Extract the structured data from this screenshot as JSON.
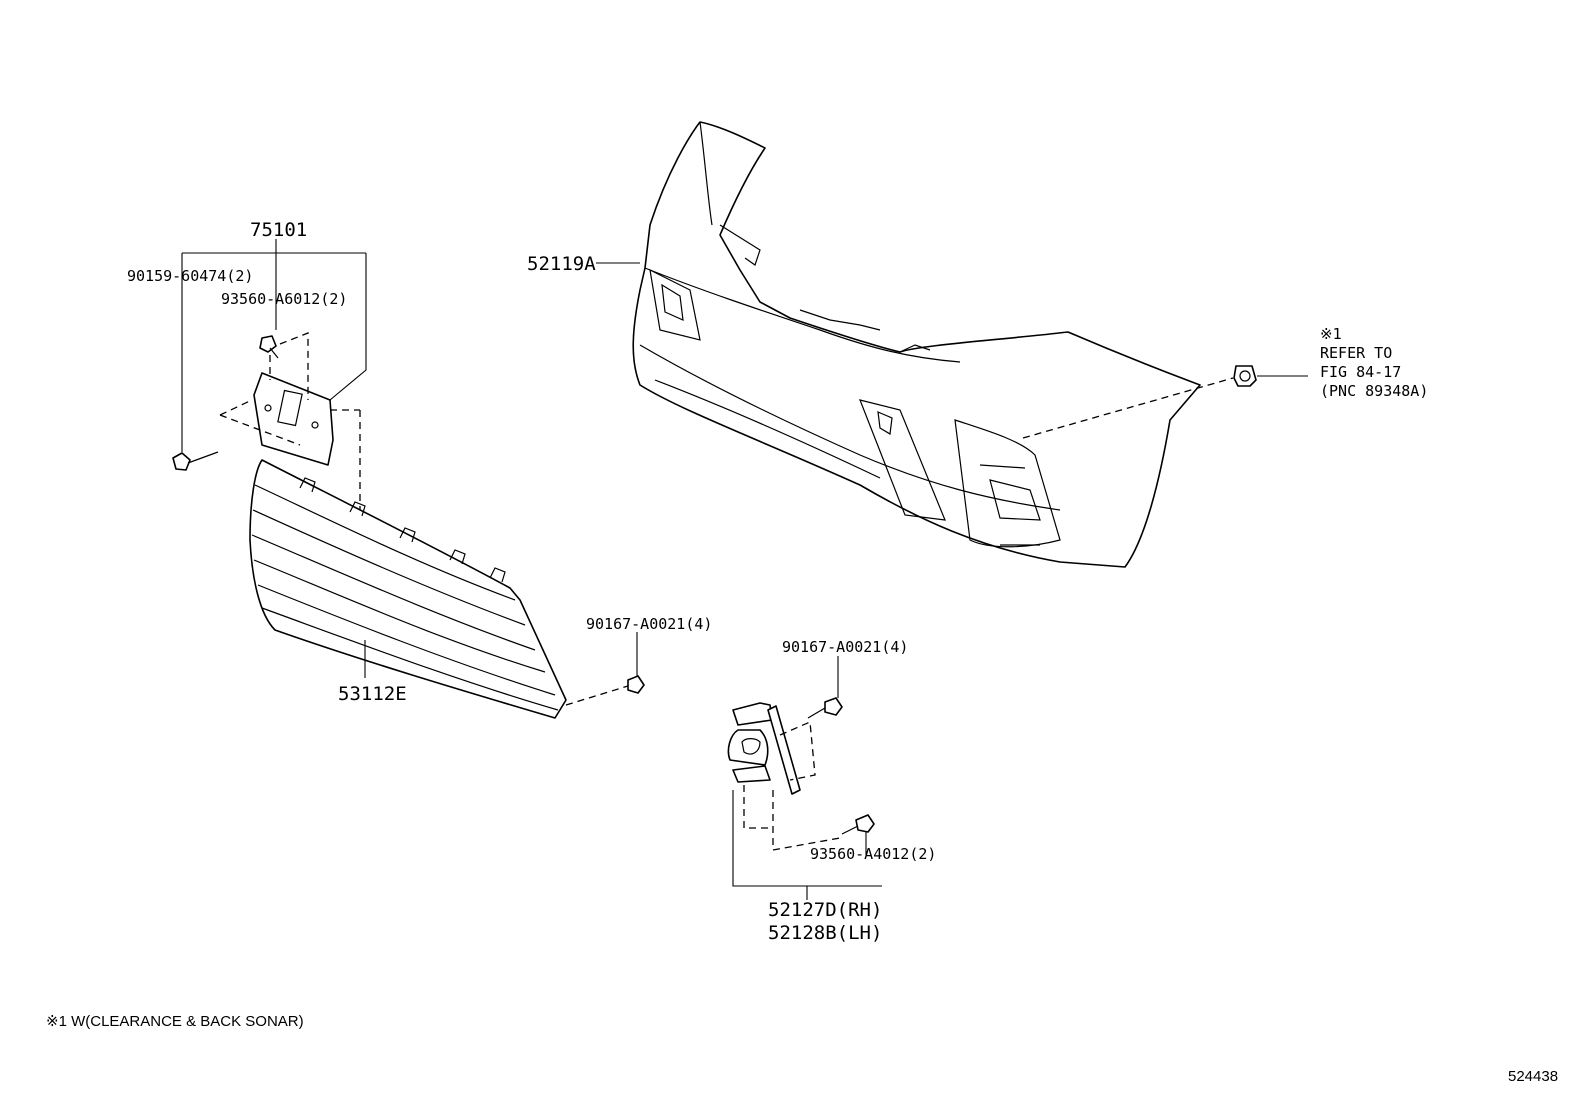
{
  "parts": {
    "p75101": "75101",
    "p90159": "90159-60474(2)",
    "p93560_a6012": "93560-A6012(2)",
    "p52119a": "52119A",
    "p53112e": "53112E",
    "p90167_left": "90167-A0021(4)",
    "p90167_right": "90167-A0021(4)",
    "p93560_a4012": "93560-A4012(2)",
    "p52127d": "52127D(RH)",
    "p52128b": "52128B(LH)"
  },
  "reference": {
    "mark": "※1",
    "line1": "REFER TO",
    "line2": "FIG 84-17",
    "line3": "(PNC 89348A)"
  },
  "footnote": "※1 W(CLEARANCE & BACK SONAR)",
  "figure_number": "524438"
}
